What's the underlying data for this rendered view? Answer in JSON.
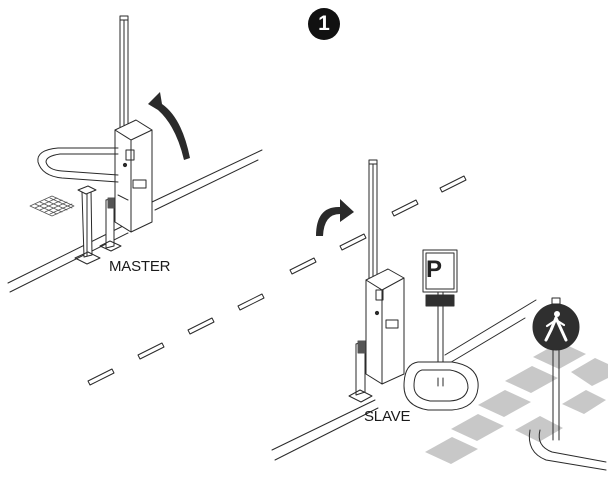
{
  "step_number": "1",
  "labels": {
    "master": "MASTER",
    "slave": "SLAVE"
  },
  "parking_sign": {
    "letter": "P"
  },
  "colors": {
    "line": "#2a2a2a",
    "crosswalk": "#c8c8c8",
    "badge": "#111111",
    "sign_dark": "#2f2f2f"
  },
  "icons": {
    "step_badge": "number-one-circle-icon",
    "rotation_arrows": "curved-arrow-icon",
    "pedestrian_sign": "pedestrian-icon",
    "parking_sign": "parking-sign-icon"
  }
}
